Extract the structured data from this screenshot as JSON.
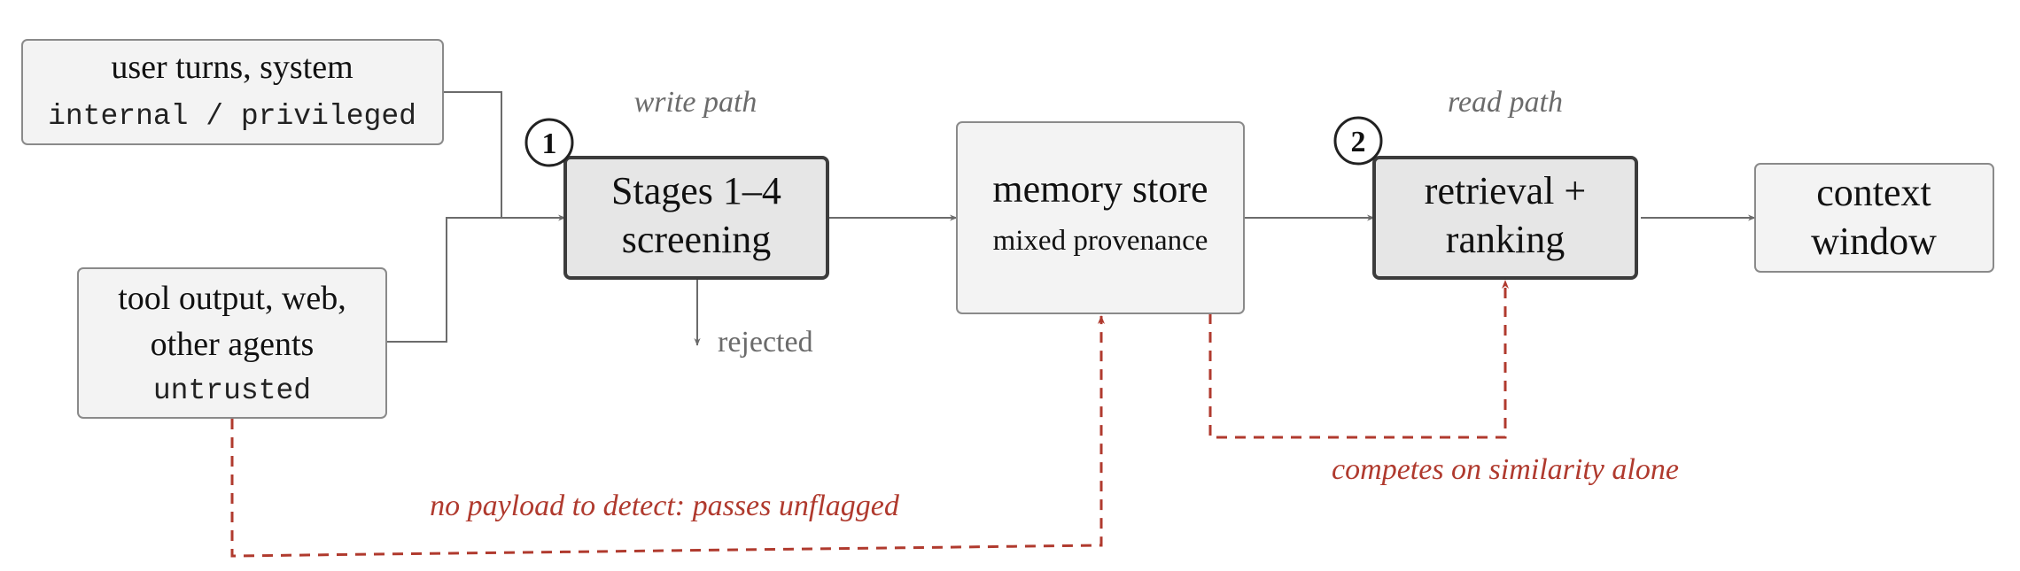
{
  "colors": {
    "box_fill": "#f3f3f3",
    "box_stroke": "#8a8a8a",
    "stage_fill": "#e6e6e6",
    "stage_stroke": "#3c3c3c",
    "line": "#6b6b6b",
    "attack": "#b03a2e",
    "path_label": "#6b6b6b"
  },
  "sources": {
    "trusted": {
      "line1": "user turns, system",
      "mono": "internal / privileged"
    },
    "untrusted": {
      "line1": "tool output, web,",
      "line2": "other agents",
      "mono": "untrusted"
    }
  },
  "stages": {
    "screening": {
      "badge": "1",
      "line1": "Stages 1–4",
      "line2": "screening",
      "path_label": "write path"
    },
    "retrieval": {
      "badge": "2",
      "line1": "retrieval +",
      "line2": "ranking",
      "path_label": "read path"
    }
  },
  "memory": {
    "line1": "memory store",
    "line2": "mixed provenance"
  },
  "context": {
    "line1": "context",
    "line2": "window"
  },
  "rejected_label": "rejected",
  "attack_labels": {
    "unflagged": "no payload to detect: passes unflagged",
    "similarity": "competes on similarity alone"
  }
}
